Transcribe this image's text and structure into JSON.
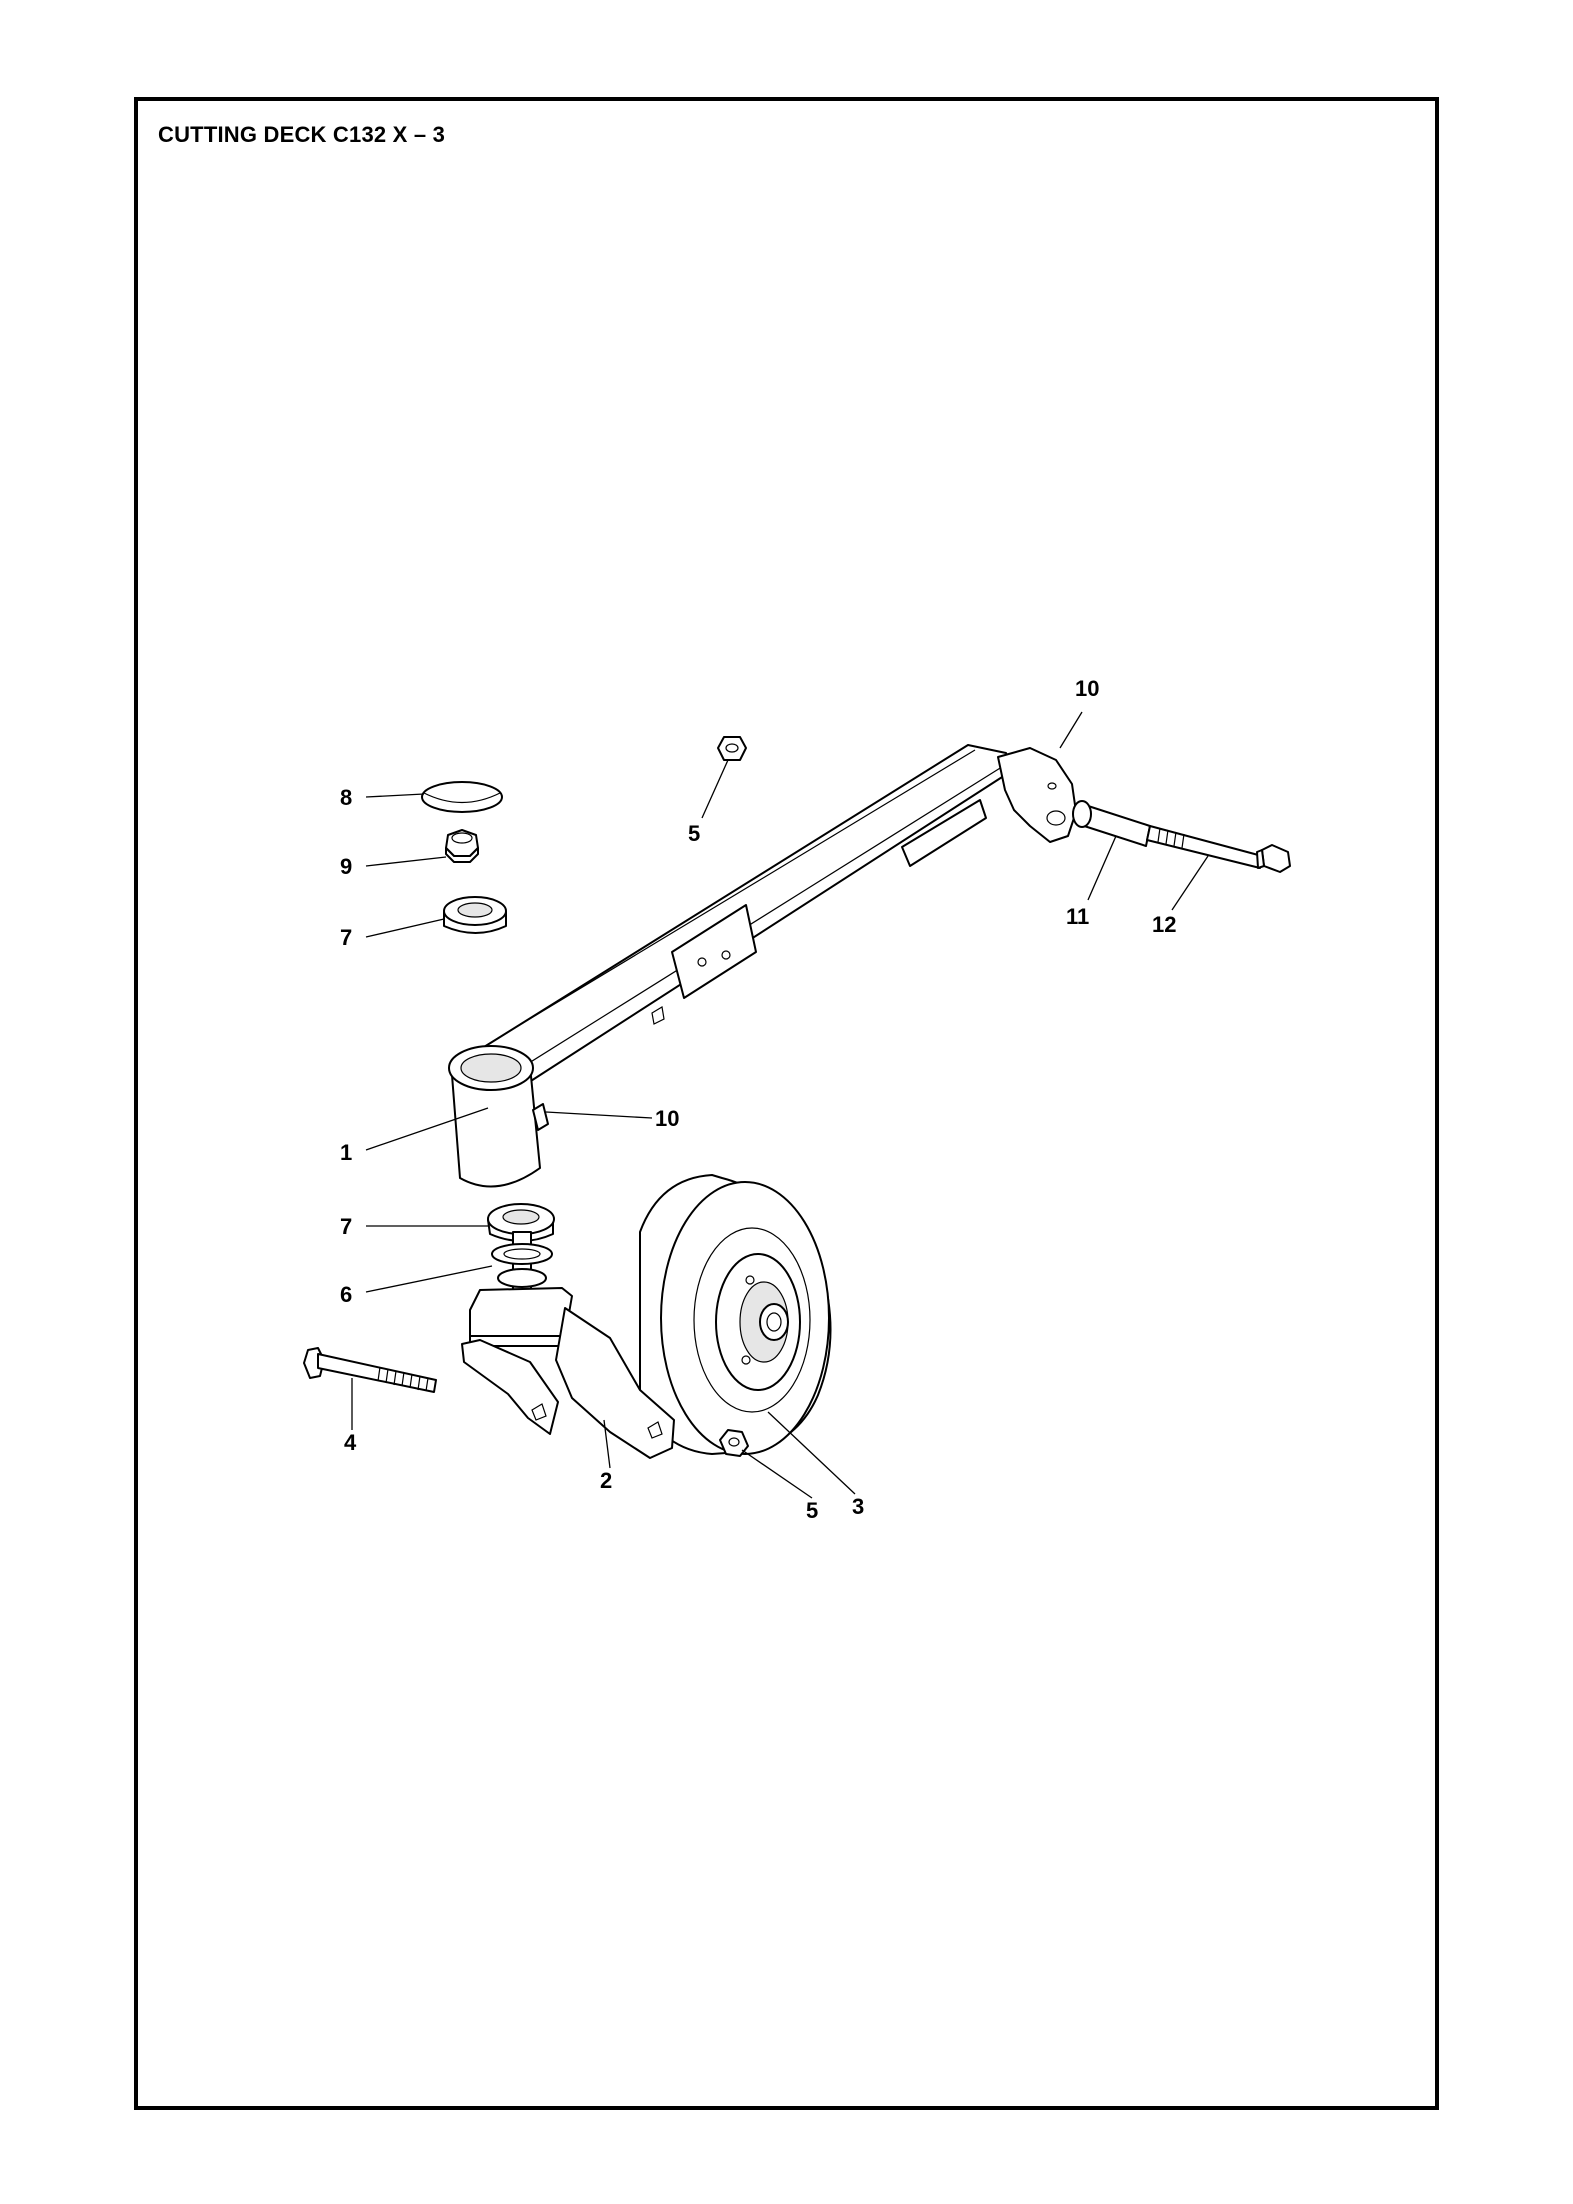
{
  "title": "CUTTING DECK C132 X – 3",
  "callouts": [
    {
      "id": "c8",
      "label": "8"
    },
    {
      "id": "c9",
      "label": "9"
    },
    {
      "id": "c7a",
      "label": "7"
    },
    {
      "id": "c5a",
      "label": "5"
    },
    {
      "id": "c10a",
      "label": "10"
    },
    {
      "id": "c11",
      "label": "11"
    },
    {
      "id": "c12",
      "label": "12"
    },
    {
      "id": "c1",
      "label": "1"
    },
    {
      "id": "c10b",
      "label": "10"
    },
    {
      "id": "c7b",
      "label": "7"
    },
    {
      "id": "c6",
      "label": "6"
    },
    {
      "id": "c4",
      "label": "4"
    },
    {
      "id": "c2",
      "label": "2"
    },
    {
      "id": "c5b",
      "label": "5"
    },
    {
      "id": "c3",
      "label": "3"
    }
  ]
}
